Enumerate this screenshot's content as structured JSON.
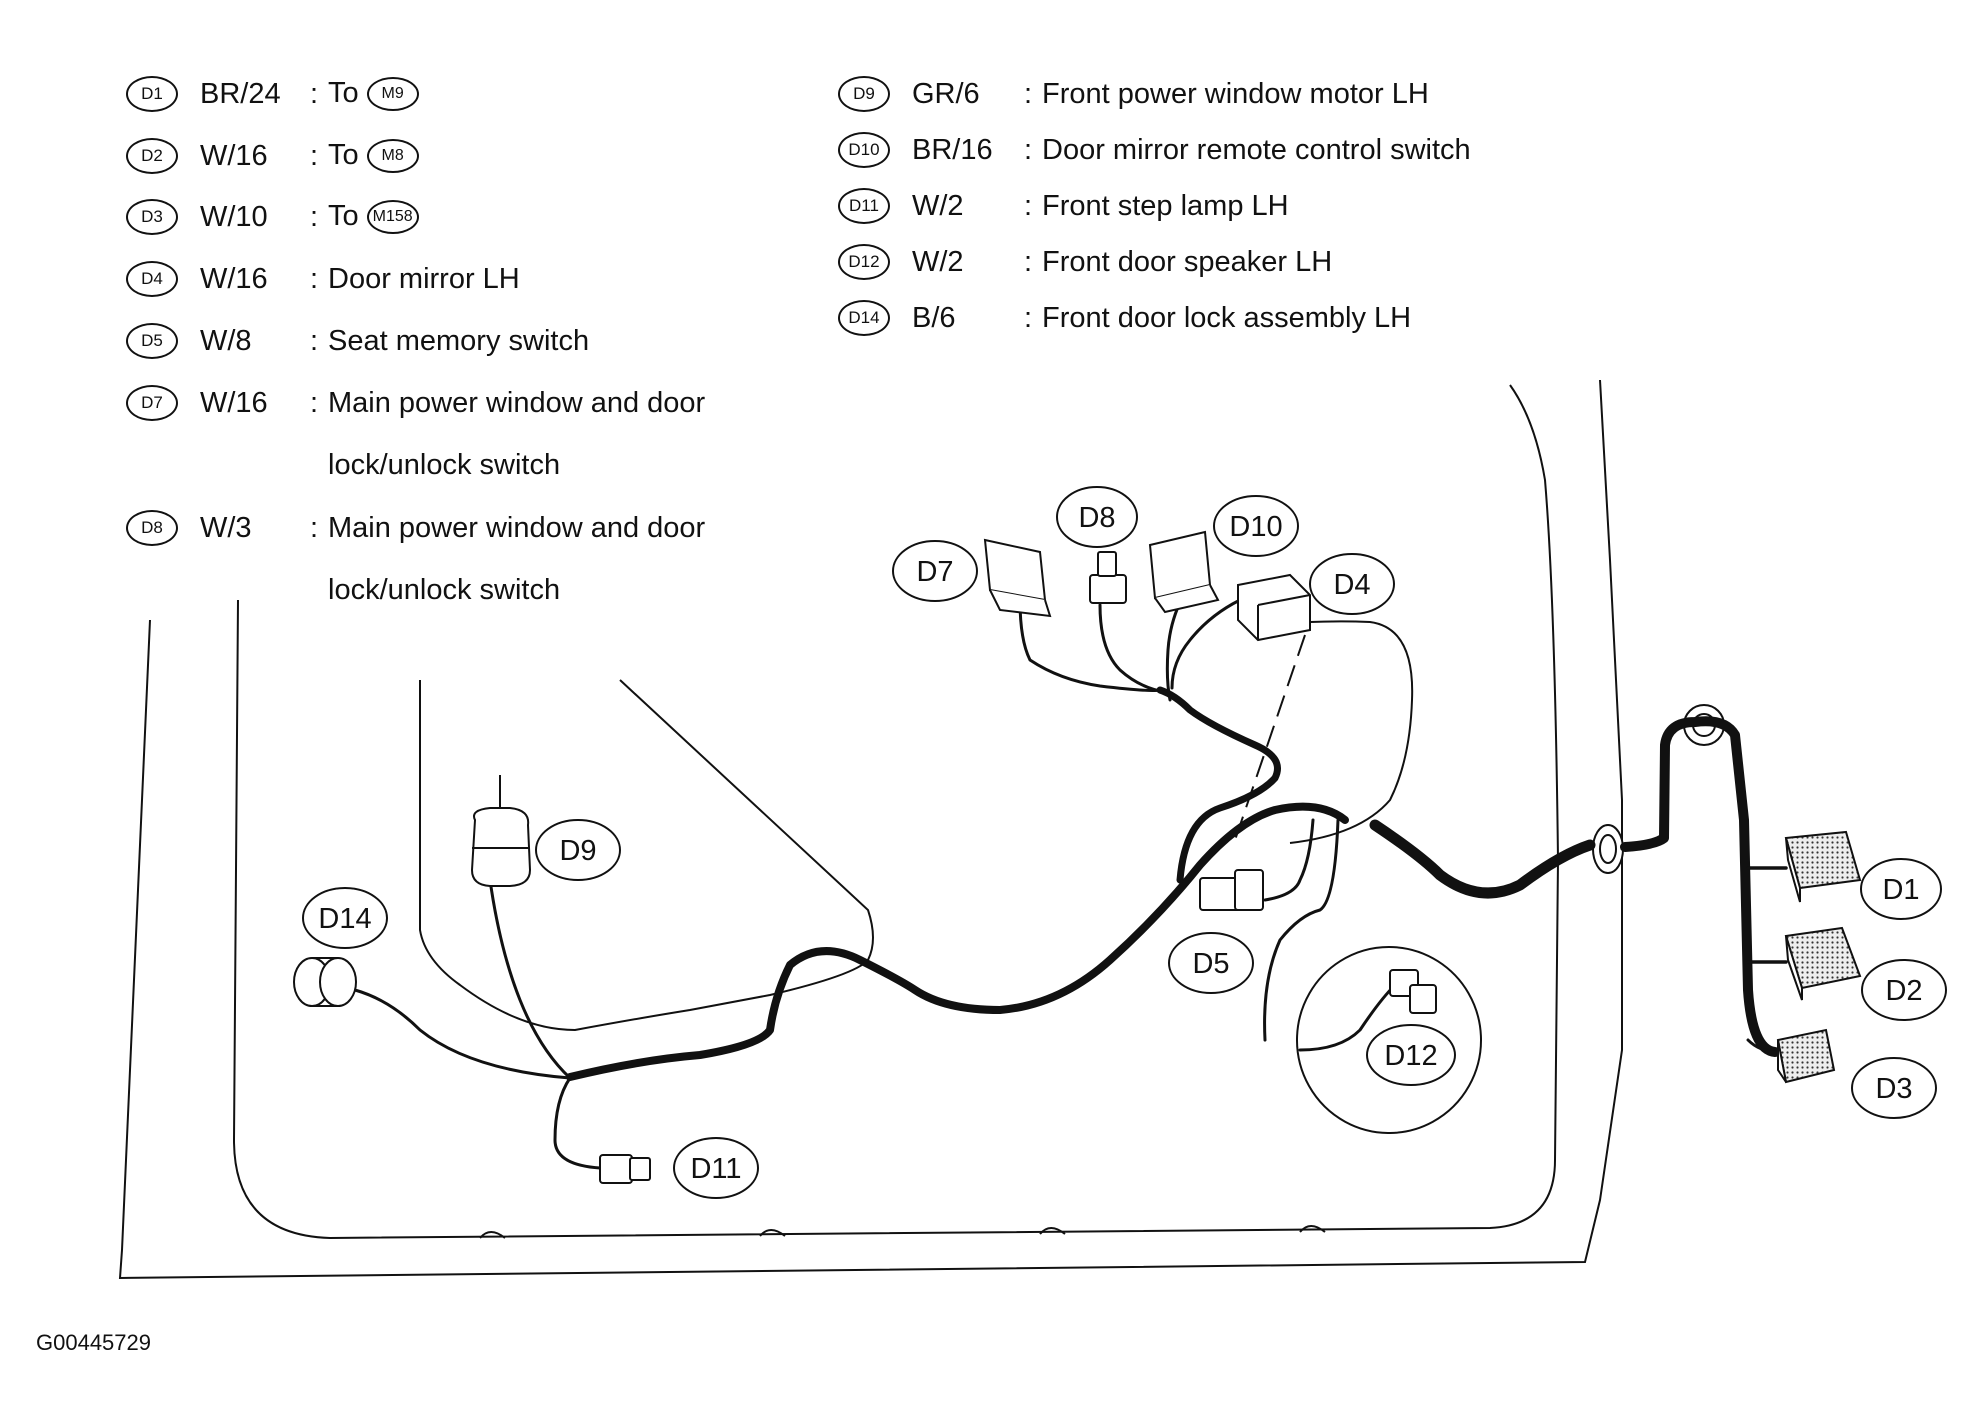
{
  "legend_left": [
    {
      "code": "D1",
      "spec": "BR/24",
      "text": "To",
      "ref": "M9"
    },
    {
      "code": "D2",
      "spec": "W/16",
      "text": "To",
      "ref": "M8"
    },
    {
      "code": "D3",
      "spec": "W/10",
      "text": "To",
      "ref": "M158"
    },
    {
      "code": "D4",
      "spec": "W/16",
      "text": "Door mirror LH"
    },
    {
      "code": "D5",
      "spec": "W/8",
      "text": "Seat memory switch"
    },
    {
      "code": "D7",
      "spec": "W/16",
      "text": "Main power window and door",
      "text2": "lock/unlock switch"
    },
    {
      "code": "D8",
      "spec": "W/3",
      "text": "Main power window and door",
      "text2": "lock/unlock switch"
    }
  ],
  "legend_right": [
    {
      "code": "D9",
      "spec": "GR/6",
      "text": "Front power window motor LH"
    },
    {
      "code": "D10",
      "spec": "BR/16",
      "text": "Door mirror remote control switch"
    },
    {
      "code": "D11",
      "spec": "W/2",
      "text": "Front step lamp LH"
    },
    {
      "code": "D12",
      "spec": "W/2",
      "text": "Front door speaker LH"
    },
    {
      "code": "D14",
      "spec": "B/6",
      "text": "Front door lock assembly LH"
    }
  ],
  "colon": ":",
  "callouts": {
    "d1": "D1",
    "d2": "D2",
    "d3": "D3",
    "d4": "D4",
    "d5": "D5",
    "d7": "D7",
    "d8": "D8",
    "d9": "D9",
    "d10": "D10",
    "d11": "D11",
    "d12": "D12",
    "d14": "D14"
  },
  "figure_id": "G00445729"
}
